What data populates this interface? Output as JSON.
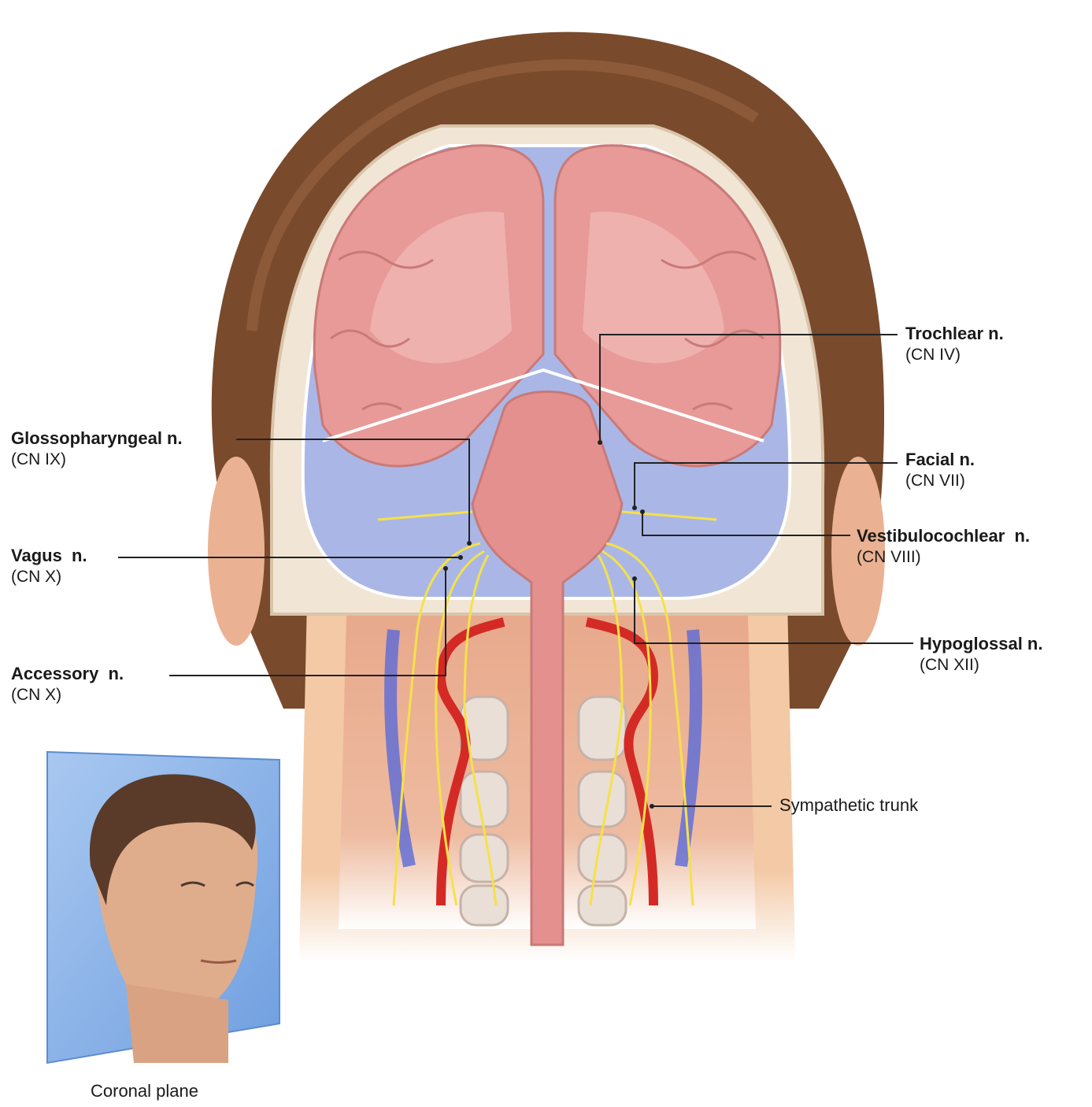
{
  "labels": {
    "trochlear": {
      "name": "Trochlear n.",
      "sub": "(CN IV)"
    },
    "glossopharyngeal": {
      "name": "Glossopharyngeal n.",
      "sub": "(CN IX)"
    },
    "facial": {
      "name": "Facial n.",
      "sub": "(CN VII)"
    },
    "vestibulocochlear": {
      "name": "Vestibulocochlear  n.",
      "sub": "(CN VIII)"
    },
    "vagus": {
      "name": "Vagus  n.",
      "sub": "(CN X)"
    },
    "hypoglossal": {
      "name": "Hypoglossal n.",
      "sub": "(CN XII)"
    },
    "accessory": {
      "name": "Accessory  n.",
      "sub": "(CN X)"
    },
    "sympathetic": "Sympathetic trunk"
  },
  "inset": {
    "caption": "Coronal plane"
  },
  "colors": {
    "hair": "#7a4a2c",
    "skin": "#f3c9a6",
    "bone": "#f1e6d6",
    "csf": "#aab7e6",
    "brain": "#e79a98",
    "nerve": "#f5e14a",
    "artery": "#d42a25",
    "vein": "#5a6ad8",
    "plane": "#8fb7ea",
    "leader": "#222222"
  }
}
